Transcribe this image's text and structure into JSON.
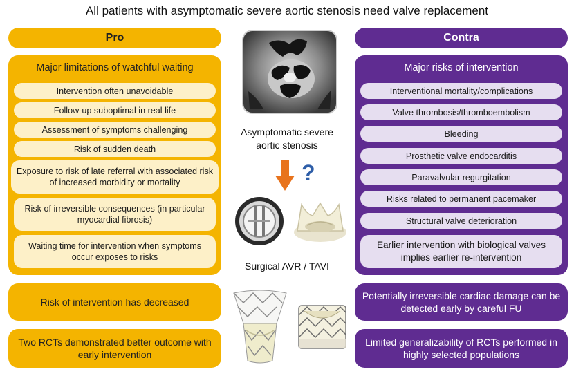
{
  "title": "All patients with asymptomatic severe aortic stenosis need valve replacement",
  "pro": {
    "header": "Pro",
    "panel_title": "Major limitations of watchful waiting",
    "items": [
      "Intervention often unavoidable",
      "Follow-up suboptimal in real life",
      "Assessment of symptoms challenging",
      "Risk of sudden death",
      "Exposure to risk of late referral with associated risk of increased morbidity or mortality",
      "Risk of irreversible consequences (in particular myocardial fibrosis)",
      "Waiting time for intervention when symptoms occur exposes to risks"
    ],
    "blocks": [
      "Risk of intervention has decreased",
      "Two RCTs demonstrated better outcome with early intervention"
    ]
  },
  "contra": {
    "header": "Contra",
    "panel_title": "Major risks of intervention",
    "items": [
      "Interventional mortality/complications",
      "Valve thrombosis/thromboembolism",
      "Bleeding",
      "Prosthetic valve endocarditis",
      "Paravalvular regurgitation",
      "Risks related to permanent pacemaker",
      "Structural valve deterioration",
      "Earlier intervention with biological valves implies earlier re-intervention"
    ],
    "blocks": [
      "Potentially irreversible cardiac damage can be detected early by careful FU",
      "Limited generalizability of RCTs performed in highly selected populations"
    ]
  },
  "center": {
    "echo_caption": "Asymptomatic severe aortic stenosis",
    "question_mark": "?",
    "valves_caption": "Surgical AVR / TAVI"
  },
  "colors": {
    "pro": "#f4b400",
    "pro_item": "#fdf0c8",
    "contra": "#5f2c91",
    "contra_item": "#e6def0",
    "arrow": "#e8731c",
    "question": "#2e5ea8"
  }
}
